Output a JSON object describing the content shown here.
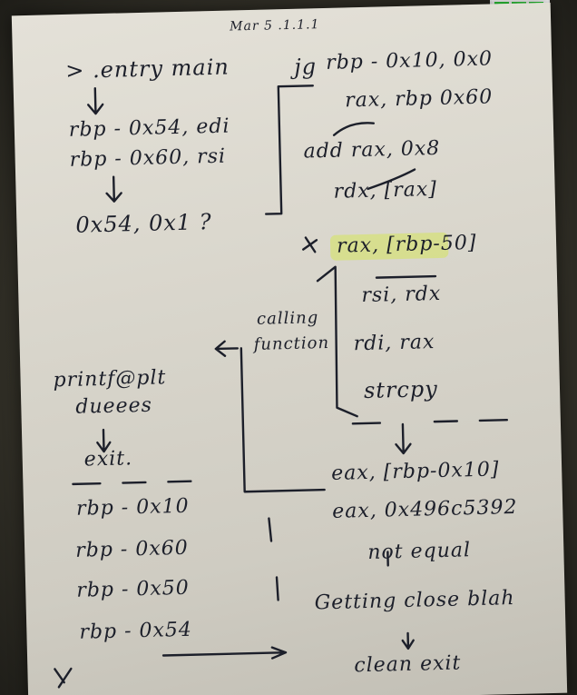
{
  "header": {
    "scribble": "Mar 5 .1.1.1"
  },
  "left": {
    "entry": "> .entry main",
    "line1": "rbp - 0x54, edi",
    "line2": "rbp - 0x60, rsi",
    "cmp": "0x54, 0x1 ?",
    "printf": "printf@plt",
    "dummy": "dueees",
    "exit": "exit.",
    "stack": [
      "rbp - 0x10",
      "rbp - 0x60",
      "rbp - 0x50",
      "rbp - 0x54"
    ]
  },
  "right": {
    "jg": "jg",
    "a1": "rbp - 0x10, 0x0",
    "a2": "rax, rbp 0x60",
    "a3": "add rax, 0x8",
    "a4": "rdx, [rax]",
    "a5": "rax, [rbp-50]",
    "a6": "rsi, rdx",
    "a7": "rdi, rax",
    "strcpy": "strcpy",
    "e1": "eax, [rbp-0x10]",
    "e2": "eax, 0x496c5392",
    "noteq": "not equal",
    "getting": "Getting close blah",
    "clean": "clean exit",
    "calling": "calling",
    "function": "function"
  },
  "colors": {
    "ink": "#1c1f2a",
    "highlight": "#d6e65c",
    "battery": "#2fcf3a"
  }
}
